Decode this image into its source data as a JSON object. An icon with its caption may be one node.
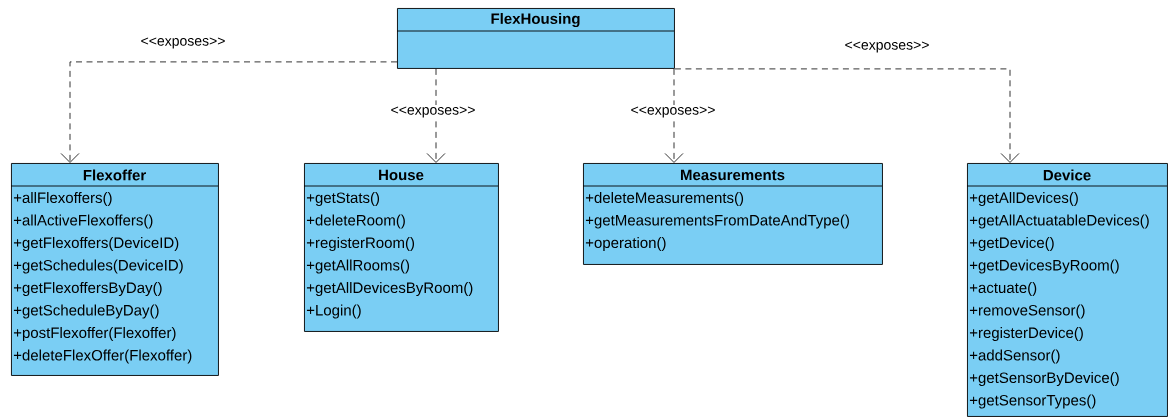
{
  "diagram": {
    "nodes": [
      {
        "text": [
          "FlexHousing"
        ]
      },
      {
        "text": [
          "Flexoffer",
          "+allFlexoffers()",
          "+allActiveFlexoffers()",
          "+getFlexoffers(DeviceID)",
          "+getSchedules(DeviceID)",
          "+getFlexoffersByDay()",
          "+getScheduleByDay()",
          "+postFlexoffer(Flexoffer)",
          "+deleteFlexOffer(Flexoffer)"
        ]
      },
      {
        "text": [
          "House",
          "+getStats()",
          "+deleteRoom()",
          "+registerRoom()",
          "+getAllRooms()",
          "+getAllDevicesByRoom()",
          "+Login()"
        ]
      },
      {
        "text": [
          "Measurements",
          "+deleteMeasurements()",
          "+getMeasurementsFromDateAndType()",
          "+operation()"
        ]
      },
      {
        "text": [
          "Device",
          "+getAllDevices()",
          "+getAllActuatableDevices()",
          "+getDevice()",
          "+getDevicesByRoom()",
          "+actuate()",
          "+removeSensor()",
          "+registerDevice()",
          "+addSensor()",
          "+getSensorByDevice()",
          "+getSensorTypes()"
        ]
      }
    ],
    "edges": [
      {
        "from": 0,
        "to": 1,
        "arrow": "to",
        "style": "dashed",
        "label": "<<exposes>>"
      },
      {
        "from": 0,
        "to": 2,
        "arrow": "to",
        "style": "dashed",
        "label": "<<exposes>>"
      },
      {
        "from": 0,
        "to": 3,
        "arrow": "to",
        "style": "dashed",
        "label": "<<exposes>>"
      },
      {
        "from": 0,
        "to": 4,
        "arrow": "to",
        "style": "dashed",
        "label": "<<exposes>>"
      }
    ]
  }
}
